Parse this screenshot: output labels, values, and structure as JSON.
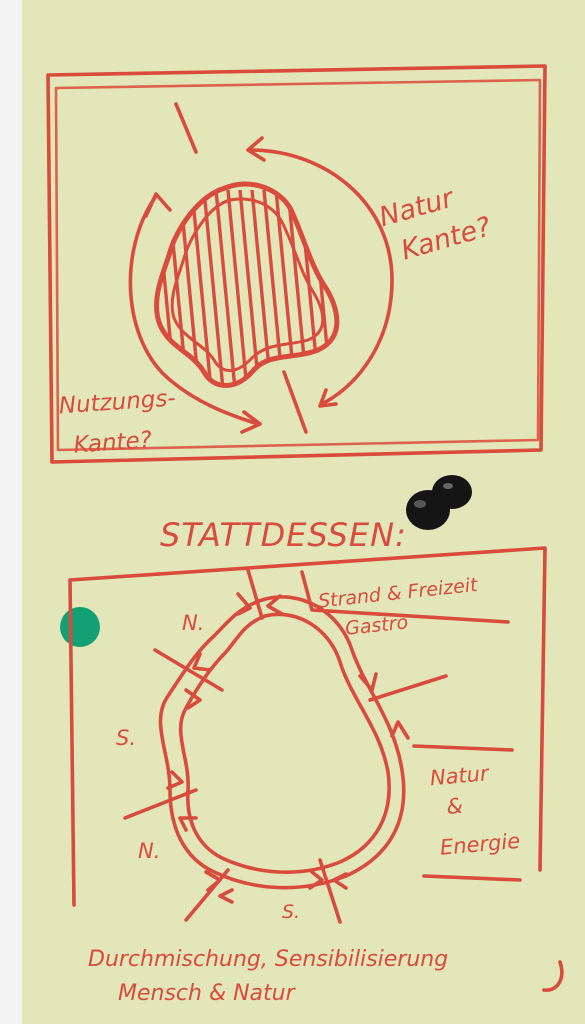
{
  "sketch": {
    "top_panel": {
      "label_natur_kante": [
        "Natur",
        "Kante?"
      ],
      "label_nutzungs_kante": [
        "Nutzungs-",
        "Kante?"
      ]
    },
    "divider_text": "STATTDESSEN:",
    "bottom_panel": {
      "label_strand": [
        "Strand & Freizeit",
        "Gastro"
      ],
      "label_natur_energie": [
        "Natur",
        "&",
        "Energie"
      ],
      "label_N_top": "N.",
      "label_S_left": "S.",
      "label_N_left": "N.",
      "label_S_bottom": "S."
    },
    "footer": {
      "line1": "Durchmischung, Sensibilisierung",
      "line2": "Mensch & Natur"
    }
  },
  "colors": {
    "paper": "#e3e6b9",
    "ink": "#d94b3c",
    "pin": "#151515",
    "green_dot": "#12a074"
  }
}
